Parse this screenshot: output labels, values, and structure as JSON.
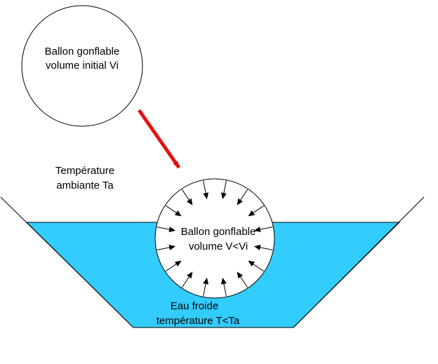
{
  "balloon_initial": {
    "line1": "Ballon gonflable",
    "line2": "volume initial Vi"
  },
  "ambient": {
    "line1": "Température",
    "line2": "ambiante Ta"
  },
  "balloon_cold": {
    "line1": "Ballon gonflable",
    "line2": "volume V<Vi"
  },
  "water": {
    "line1": "Eau froide",
    "line2": "température T<Ta"
  },
  "colors": {
    "water": "#33ccff",
    "arrow": "#e81010",
    "stroke": "#000000"
  },
  "icons": [
    "transition-arrow-icon",
    "pressure-arrow-icon"
  ]
}
